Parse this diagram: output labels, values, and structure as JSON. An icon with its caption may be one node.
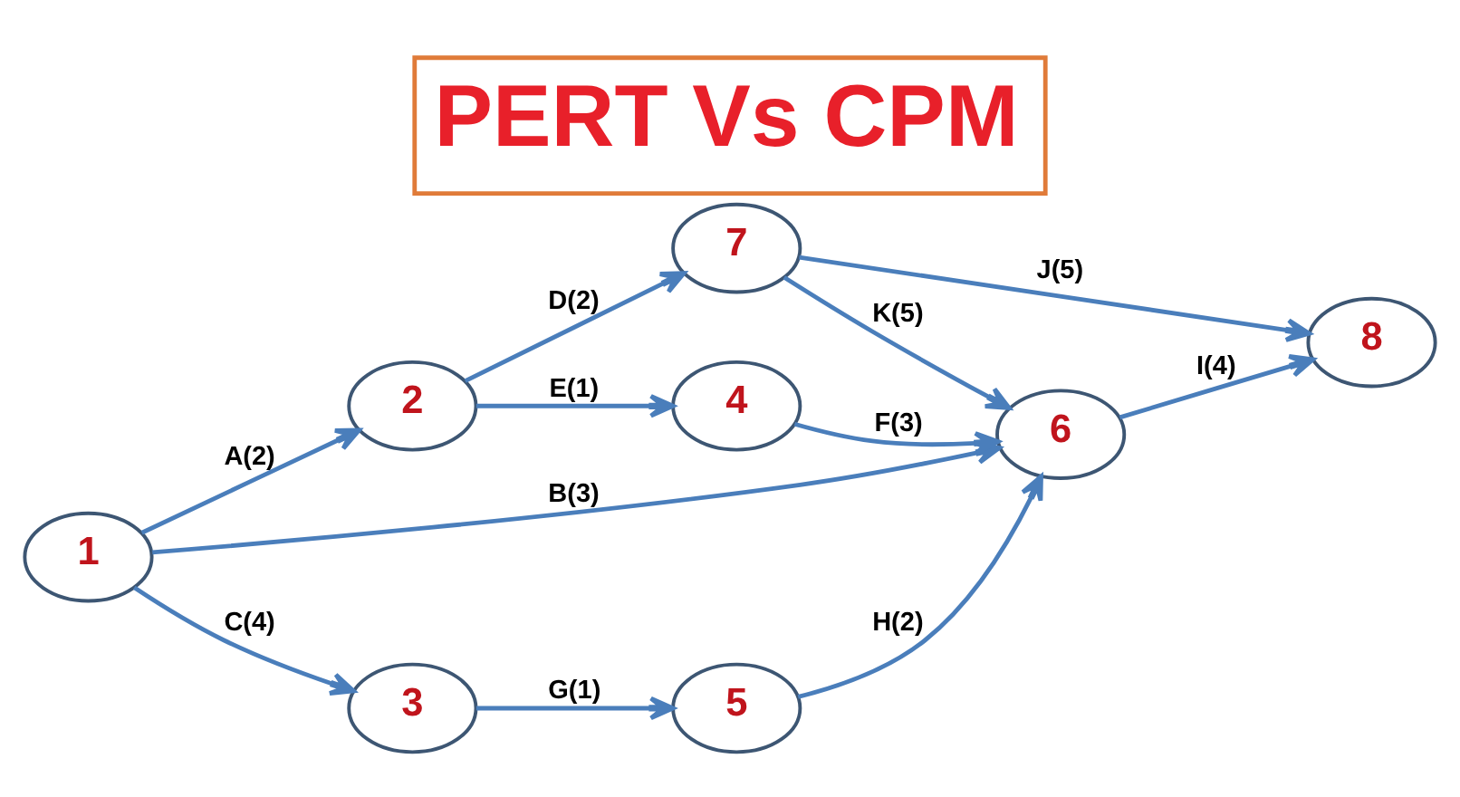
{
  "diagram": {
    "title": "PERT Vs CPM",
    "nodes": [
      {
        "text": [
          "1"
        ]
      },
      {
        "text": [
          "2"
        ]
      },
      {
        "text": [
          "3"
        ]
      },
      {
        "text": [
          "4"
        ]
      },
      {
        "text": [
          "5"
        ]
      },
      {
        "text": [
          "6"
        ]
      },
      {
        "text": [
          "7"
        ]
      },
      {
        "text": [
          "8"
        ]
      }
    ],
    "edges": [
      {
        "from": 0,
        "to": 1,
        "arrow": "to",
        "label": "A(2)"
      },
      {
        "from": 0,
        "to": 5,
        "arrow": "to",
        "label": "B(3)"
      },
      {
        "from": 0,
        "to": 2,
        "arrow": "to",
        "label": "C(4)"
      },
      {
        "from": 1,
        "to": 6,
        "arrow": "to",
        "label": "D(2)"
      },
      {
        "from": 1,
        "to": 3,
        "arrow": "to",
        "label": "E(1)"
      },
      {
        "from": 3,
        "to": 5,
        "arrow": "to",
        "label": "F(3)"
      },
      {
        "from": 2,
        "to": 4,
        "arrow": "to",
        "label": "G(1)"
      },
      {
        "from": 4,
        "to": 5,
        "arrow": "to",
        "label": "H(2)"
      },
      {
        "from": 5,
        "to": 7,
        "arrow": "to",
        "label": "I(4)"
      },
      {
        "from": 6,
        "to": 7,
        "arrow": "to",
        "label": "J(5)"
      },
      {
        "from": 6,
        "to": 5,
        "arrow": "to",
        "label": "K(5)"
      }
    ]
  }
}
